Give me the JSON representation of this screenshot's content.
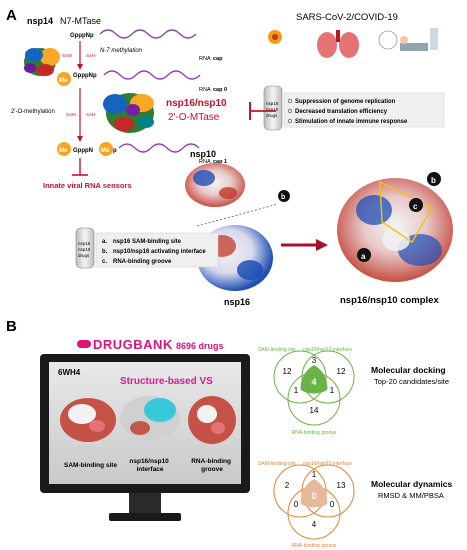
{
  "panel_a": {
    "letter": "A",
    "nsp14": "nsp14",
    "n7_mtase": "N7-MTase",
    "gpppnp": "GpppNp",
    "sam": "SAM",
    "sah": "SAH",
    "n7_methylation": "N-7 methylation",
    "o2_methylation": "2'-O-methylation",
    "me": "Me",
    "rna_cap": "RNA",
    "cap_label": "cap",
    "rna_cap0": "RNA",
    "cap0_label": "cap 0",
    "rna_cap1": "RNA",
    "cap1_label": "cap 1",
    "gpppn": "GpppN",
    "p_label": "p",
    "nsp16_title": "nsp16/nsp10",
    "o_mtase": "2'-O-MTase",
    "innate_sensors": "Innate viral RNA sensors",
    "sars_title": "SARS-CoV-2/COVID-19",
    "drugs_box_label_line1": "nsp16",
    "drugs_box_label_line2": "nsp10",
    "drugs_box_label_line3": "drugs",
    "effects": [
      "Suppression of genome replication",
      "Decreased translation efficiency",
      "Stimulation of innate immune response"
    ],
    "nsp10_label": "nsp10",
    "nsp16_label": "nsp16",
    "complex_label": "nsp16/nsp10 complex",
    "sites_box_line1": "nsp16",
    "sites_box_line2": "nsp10",
    "sites_box_line3": "drugs",
    "sites": [
      {
        "letter": "a.",
        "text": "nsp16 SAM-binding site"
      },
      {
        "letter": "b.",
        "text": "nsp10/nsp16 activating interface"
      },
      {
        "letter": "c.",
        "text": "RNA-binding groove"
      }
    ],
    "marker_a": "a",
    "marker_b": "b",
    "marker_c": "c"
  },
  "panel_b": {
    "letter": "B",
    "drugbank_logo": "DRUGBANK",
    "drug_count": "8696 drugs",
    "pdb_id": "6WH4",
    "vs_title": "Structure-based VS",
    "site_labels": [
      "SAM-binding site",
      "nsp16/nsp10\ninterface",
      "RNA-binding\ngroove"
    ],
    "venn1": {
      "label_left": "SAM-binding site",
      "label_right": "nsp16/nsp10 interface",
      "label_bottom": "RNA-binding groove",
      "only_left": "12",
      "only_right": "12",
      "left_right": "3",
      "center": "4",
      "left_bottom": "1",
      "right_bottom": "1",
      "only_bottom": "14",
      "title": "Molecular docking",
      "subtitle": "Top-20 candidates/site"
    },
    "venn2": {
      "label_left": "SAM-binding site",
      "label_right": "nsp16/nsp10 interface",
      "label_bottom": "RNA-binding groove",
      "only_left": "2",
      "only_right": "13",
      "left_right": "1",
      "center": "0",
      "left_bottom": "0",
      "right_bottom": "0",
      "only_bottom": "4",
      "title": "Molecular dynamics",
      "subtitle": "RMSD & MM/PBSA"
    },
    "colors": {
      "drugbank": "#e0127a",
      "vs_title": "#d81b8c",
      "venn1_stroke": "#6bb345",
      "venn1_center": "#6bb345",
      "venn2_stroke": "#e0853a",
      "venn2_center": "#e8b89a",
      "red_text": "#c8102e"
    }
  }
}
